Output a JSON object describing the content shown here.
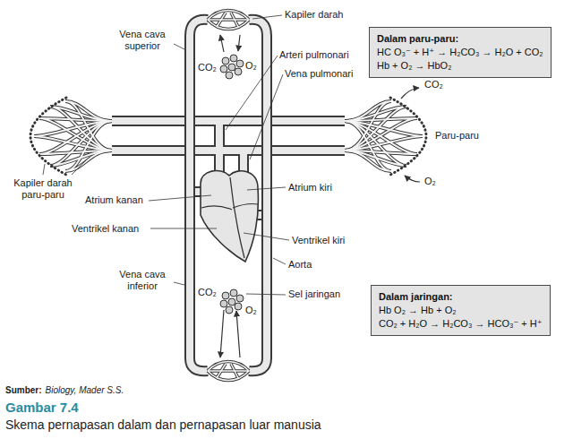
{
  "diagram": {
    "title": "Gambar 7.4",
    "caption": "Skema pernapasan dalam dan pernapasan luar manusia",
    "nodes": [
      {
        "text": [
          "Dalam paru-paru:",
          "HC O₃⁻ + H⁺ → H₂CO₃ → H₂O + CO₂",
          "Hb + O₂ → HbO₂"
        ]
      },
      {
        "text": [
          "Dalam jaringan:",
          "Hb O₂ → Hb + O₂",
          "CO₂ + H₂O → H₂CO₃ → HCO₃⁻ + H⁺"
        ]
      }
    ],
    "labels": [
      "Kapiler darah",
      "Vena cava superior",
      "CO₂",
      "O₂",
      "Arteri pulmonari",
      "Vena pulmonari",
      "CO₂",
      "Paru-paru",
      "O₂",
      "Kapiler darah paru-paru",
      "Atrium kanan",
      "Atrium kiri",
      "Ventrikel kanan",
      "Ventrikel kiri",
      "Aorta",
      "Vena cava inferior",
      "CO₂",
      "O₂",
      "Sel jaringan",
      "Sumber:",
      "Biology, Mader S.S."
    ]
  }
}
